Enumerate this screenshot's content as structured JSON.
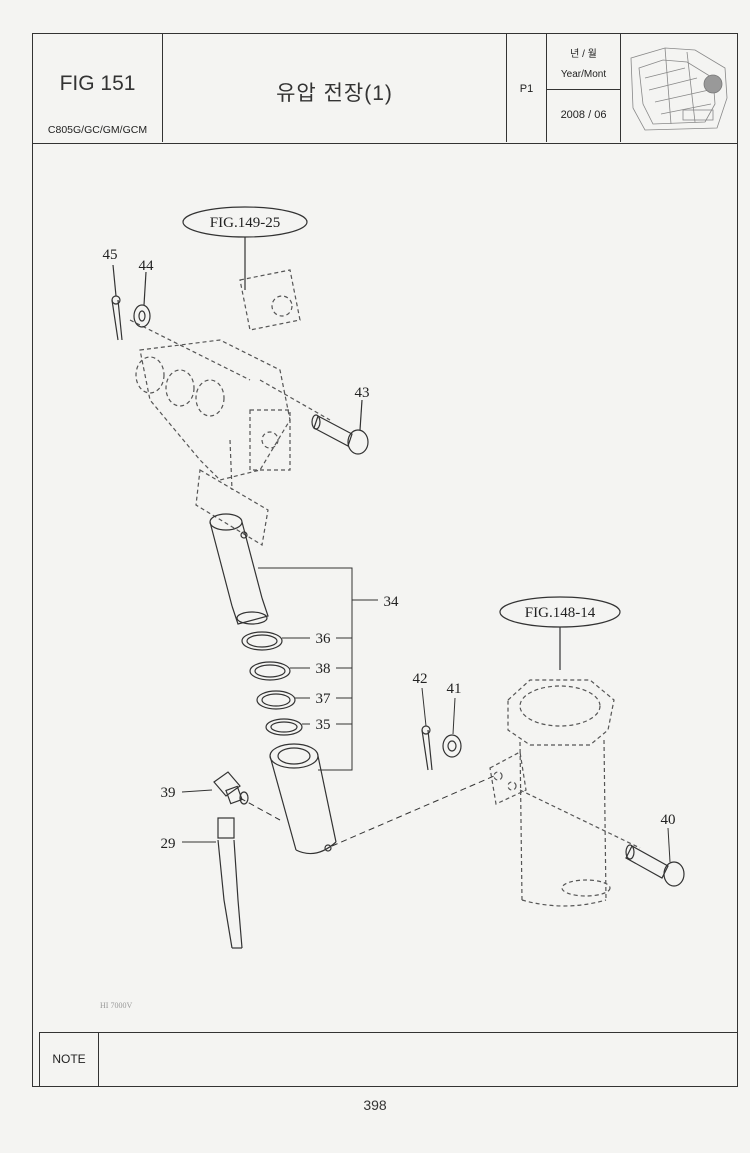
{
  "header": {
    "fig_number": "FIG 151",
    "model": "C805G/GC/GM/GCM",
    "title": "유압 전장(1)",
    "page_code": "P1",
    "year_month_ko": "년 / 월",
    "year_month_en": "Year/Mont",
    "date": "2008 / 06"
  },
  "drawing": {
    "fig_refs": [
      "FIG.149-25",
      "FIG.148-14"
    ],
    "callouts": [
      "45",
      "44",
      "43",
      "34",
      "36",
      "38",
      "37",
      "35",
      "42",
      "41",
      "39",
      "29",
      "40"
    ],
    "stamp": "HI 7000V"
  },
  "footer": {
    "note_label": "NOTE",
    "page_number": "398"
  }
}
